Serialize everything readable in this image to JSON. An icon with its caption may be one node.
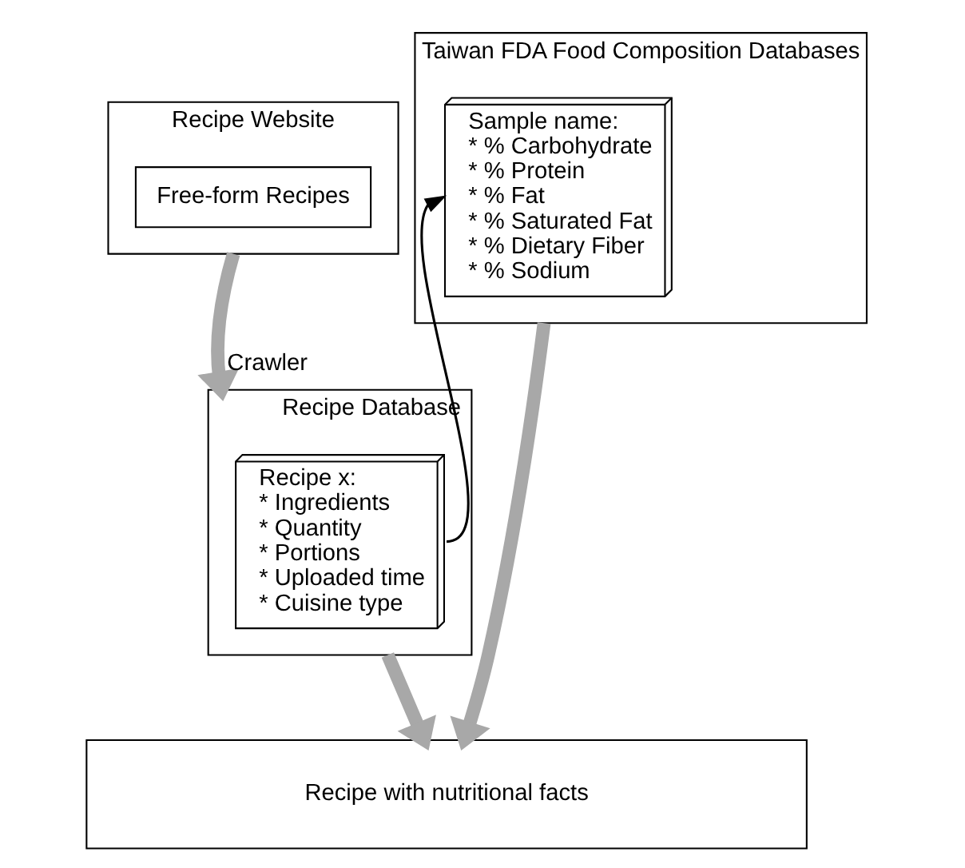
{
  "diagram": {
    "nodes": [
      {
        "text": [
          "Recipe Website"
        ]
      },
      {
        "text": [
          "Free-form Recipes"
        ],
        "in": 0
      },
      {
        "text": [
          "Recipe Database"
        ]
      },
      {
        "text": [
          "Recipe x:",
          "* Ingredients",
          "* Quantity",
          "* Portions",
          "* Uploaded time",
          "* Cuisine type"
        ],
        "in": 2
      },
      {
        "text": [
          "Taiwan FDA Food Composition Databases"
        ]
      },
      {
        "text": [
          "Sample name:",
          "* % Carbohydrate",
          "* % Protein",
          "* % Fat",
          "* % Saturated Fat",
          "* % Dietary Fiber",
          "* % Sodium"
        ],
        "in": 4
      },
      {
        "text": [
          "Recipe with nutritional facts"
        ]
      }
    ],
    "edges": [
      {
        "from": 0,
        "to": 2,
        "arrow": "to",
        "label": "Crawler"
      },
      {
        "from": 3,
        "to": 5,
        "arrow": "to",
        "color": "#000000"
      },
      {
        "from": 2,
        "to": 6,
        "arrow": "to"
      },
      {
        "from": 4,
        "to": 6,
        "arrow": "to"
      }
    ]
  }
}
